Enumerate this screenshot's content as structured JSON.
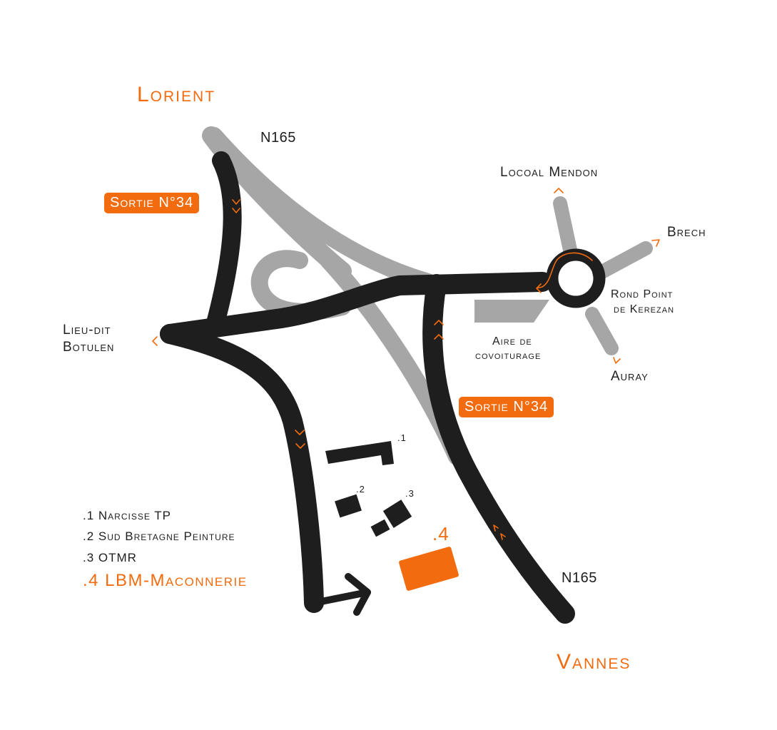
{
  "cities": {
    "north": "Lorient",
    "south": "Vannes"
  },
  "roads": {
    "n165_top": "N165",
    "n165_bottom": "N165"
  },
  "exits": {
    "west": "Sortie N°34",
    "east": "Sortie N°34"
  },
  "destinations": {
    "locoal": "Locoal Mendon",
    "brech": "Brech",
    "auray": "Auray",
    "lieu_dit_line1": "Lieu-dit",
    "lieu_dit_line2": "Botulen"
  },
  "roundabout": {
    "line1": "Rond Point",
    "line2": "de Kerezan"
  },
  "carpool": {
    "line1": "Aire de",
    "line2": "covoiturage"
  },
  "buildings": {
    "b1": ".1",
    "b2": ".2",
    "b3": ".3",
    "b4": ".4"
  },
  "legend": [
    ".1 Narcisse TP",
    ".2 Sud Bretagne Peinture",
    ".3 OTMR"
  ],
  "legend_highlight": ".4 LBM-Maconnerie",
  "colors": {
    "accent": "#f26b0e",
    "road": "#1e1e1e",
    "highway": "#a6a6a6",
    "background": "#ffffff"
  }
}
